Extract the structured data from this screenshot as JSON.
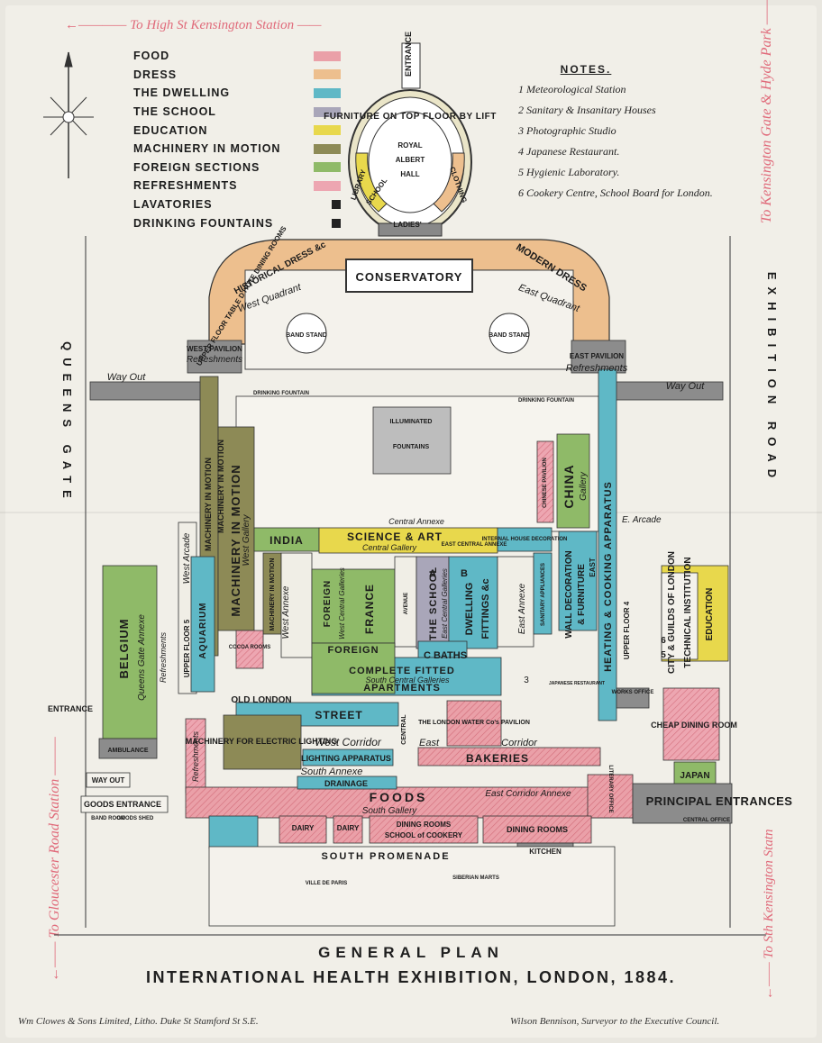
{
  "colors": {
    "food": "#eaa0a8",
    "dress": "#edbf8e",
    "dwelling": "#5fb8c6",
    "school": "#a9a6b9",
    "education": "#e8d84c",
    "machinery": "#8d8a56",
    "foreign": "#8fba68",
    "refreshments": "#eda6b1",
    "lavatories": "#222222",
    "building": "#8c8c8c"
  },
  "legend": [
    {
      "label": "FOOD",
      "key": "food"
    },
    {
      "label": "DRESS",
      "key": "dress"
    },
    {
      "label": "THE DWELLING",
      "key": "dwelling"
    },
    {
      "label": "THE SCHOOL",
      "key": "school"
    },
    {
      "label": "EDUCATION",
      "key": "education"
    },
    {
      "label": "MACHINERY IN MOTION",
      "key": "machinery"
    },
    {
      "label": "FOREIGN SECTIONS",
      "key": "foreign"
    },
    {
      "label": "REFRESHMENTS",
      "key": "refreshments"
    },
    {
      "label": "LAVATORIES",
      "key": "lavatories"
    },
    {
      "label": "DRINKING FOUNTAINS",
      "key": "lavatories"
    }
  ],
  "notes": {
    "title": "NOTES.",
    "items": [
      "1  Meteorological Station",
      "2  Sanitary & Insanitary Houses",
      "3  Photographic Studio",
      "4  Japanese Restaurant.",
      "5  Hygienic Laboratory.",
      "6  Cookery Centre, School Board for London."
    ]
  },
  "margins": {
    "top": "To High St Kensington Station",
    "right": "To Kensington Gate & Hyde Park",
    "left": "To Gloucester Road Station",
    "bottom_right": "To Sth Kensington Statn"
  },
  "roads": {
    "left": "QUEENS GATE",
    "right": "EXHIBITION ROAD"
  },
  "hall": {
    "entrance": "ENTRANCE",
    "name": [
      "ROYAL",
      "ALBERT",
      "HALL"
    ],
    "furniture": "FURNITURE ON TOP FLOOR BY LIFT",
    "library": "LIBRARY",
    "school": "SCHOOL",
    "clothing": "CLOTHING",
    "ladies": "LADIES'"
  },
  "labels": {
    "upper_floor": "UPPER FLOOR TABLE D'HÔTE DINING ROOMS",
    "historical_dress": "HISTORICAL DRESS &c",
    "modern_dress": "MODERN DRESS",
    "conservatory": "CONSERVATORY",
    "west_quadrant": "West Quadrant",
    "east_quadrant": "East Quadrant",
    "band_stand_w": "BAND STAND",
    "band_stand_e": "BAND STAND",
    "west_pavilion": "WEST PAVILION",
    "west_pavilion_sub": "Refreshments",
    "east_pavilion": "EAST PAVILION",
    "east_pavilion_sub": "Refreshments",
    "way_out_w": "Way Out",
    "way_out_e": "Way Out",
    "drinking_fountain_w": "DRINKING FOUNTAIN",
    "drinking_fountain_e": "DRINKING FOUNTAIN",
    "illuminated": "ILLUMINATED",
    "fountains": "FOUNTAINS",
    "chinese_pavilion": "CHINESE PAVILION",
    "china": "CHINA",
    "china_sub": "Gallery",
    "mach_motion_1": "MACHINERY IN MOTION",
    "mach_motion_2": "MACHINERY IN MOTION",
    "mach_motion_3": "MACHINERY IN MOTION",
    "mach_motion_sub": "West Gallery",
    "west_arcade": "West Arcade",
    "india": "INDIA",
    "science_art": "SCIENCE & ART",
    "central_gallery": "Central Gallery",
    "east_central_annexe": "EAST CENTRAL ANNEXE",
    "internal_house": "INTERNAL HOUSE DECORATION",
    "central_annexe": "Central Annexe",
    "heating_cooking": "HEATING & COOKING APPARATUS",
    "east_arcade": "E. Arcade",
    "aquarium": "AQUARIUM",
    "upper_floor_5": "UPPER FLOOR 5",
    "belgium": "BELGIUM",
    "belgium_sub": "Queens Gate Annexe",
    "refreshments_w": "Refreshments",
    "mach_motion_small": "MACHINERY IN MOTION",
    "west_annexe": "West Annexe",
    "cocoa_rooms": "COCOA ROOMS",
    "foreign": "FOREIGN",
    "west_central_galleries": "West Central Galleries",
    "france": "FRANCE",
    "foreign2": "FOREIGN",
    "avenue": "AVENUE",
    "the_school": "THE SCHOOL",
    "east_central_galleries": "East Central Galleries",
    "a": "A",
    "b": "B",
    "dwelling": "DWELLING",
    "fittings": "FITTINGS &c",
    "east_annexe": "East Annexe",
    "sanitary_appliances": "SANITARY APPLIANCES",
    "wall_decoration": "WALL DECORATION",
    "furniture": "& FURNITURE",
    "east": "EAST",
    "c_baths": "C BATHS",
    "complete_fitted": "COMPLETE FITTED",
    "apartments": "APARTMENTS",
    "south_central_galleries": "South Central Galleries",
    "upper_floor_4": "UPPER FLOOR 4",
    "city_guilds": "CITY & GUILDS OF LONDON",
    "technical": "TECHNICAL INSTITUTION",
    "education": "EDUCATION",
    "num_6": "6",
    "num_5": "5",
    "num_3": "3",
    "works_office": "WORKS OFFICE",
    "japanese_restaurant": "JAPANESE RESTAURANT",
    "old_london": "OLD LONDON",
    "street": "STREET",
    "london_water": "THE LONDON WATER Co's PAVILION",
    "machinery_electric": "MACHINERY FOR ELECTRIC LIGHTING",
    "west_corridor": "West Corridor",
    "lighting_apparatus": "LIGHTING APPARATUS",
    "central": "CENTRAL",
    "east_lbl": "East",
    "corridor": "Corridor",
    "bakeries": "BAKERIES",
    "refreshments_v": "Refreshments",
    "cheap_dining": "CHEAP DINING ROOM",
    "japan": "JAPAN",
    "entrance_w": "ENTRANCE",
    "ambulance": "AMBULANCE",
    "way_out_sw": "WAY OUT",
    "goods_entrance": "GOODS ENTRANCE",
    "band_room": "BAND ROOM",
    "goods_shed": "GOODS SHED",
    "south_annexe": "South Annexe",
    "drainage": "DRAINAGE",
    "foods": "FOODS",
    "south_gallery": "South Gallery",
    "east_corridor_annexe": "East Corridor Annexe",
    "literary_office": "LITERARY OFFICE",
    "principal_entrances": "PRINCIPAL ENTRANCES",
    "central_office": "CENTRAL OFFICE",
    "dairy1": "DAIRY",
    "dairy2": "DAIRY",
    "dining_rooms_small": "DINING ROOMS",
    "school_of_cookery": "SCHOOL of COOKERY",
    "dining_rooms": "DINING ROOMS",
    "kitchen": "KITCHEN",
    "south_promenade": "SOUTH PROMENADE",
    "ville_de_paris": "VILLE DE PARIS",
    "siberian_marts": "SIBERIAN MARTS"
  },
  "title": {
    "line1": "GENERAL PLAN",
    "line2": "INTERNATIONAL HEALTH EXHIBITION, LONDON, 1884."
  },
  "footer": {
    "left": "Wm Clowes & Sons Limited, Litho. Duke St Stamford St S.E.",
    "right": "Wilson Bennison, Surveyor to the Executive Council."
  }
}
